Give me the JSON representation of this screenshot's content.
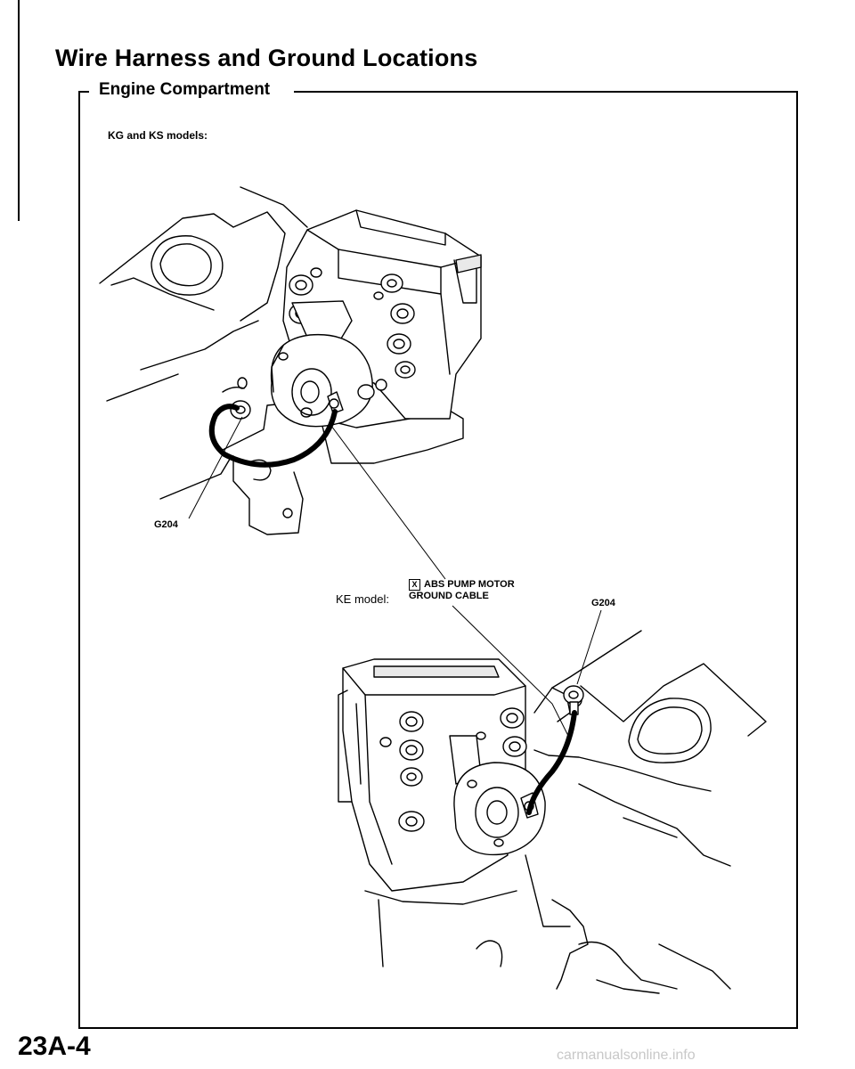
{
  "page": {
    "title": "Wire Harness and Ground Locations",
    "section": "Engine Compartment",
    "page_number": "23A-4",
    "watermark": "carmanualsonline.info"
  },
  "figure_top": {
    "model_label": "KG and KS models:",
    "ground_label": "G204"
  },
  "figure_bottom": {
    "model_label": "KE model:",
    "ground_label": "G204"
  },
  "callout": {
    "code": "X",
    "line1": "ABS PUMP MOTOR",
    "line2": "GROUND CABLE"
  }
}
